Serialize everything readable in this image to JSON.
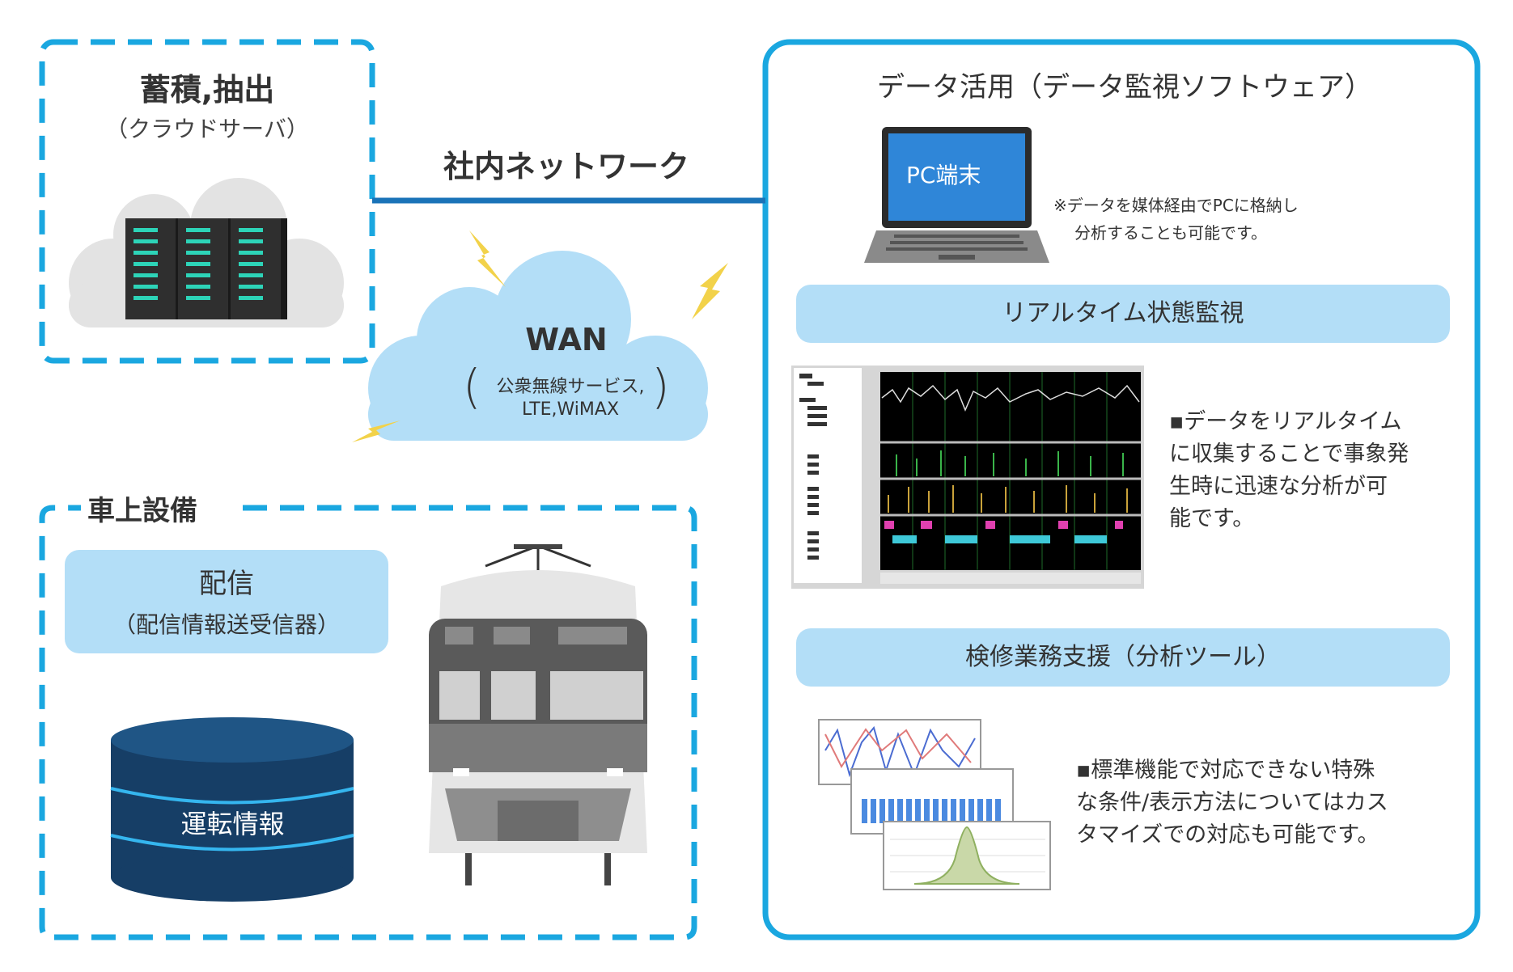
{
  "storage": {
    "title": "蓄積,抽出",
    "subtitle": "（クラウドサーバ）"
  },
  "network": {
    "label": "社内ネットワーク"
  },
  "wan": {
    "title": "WAN",
    "line1": "公衆無線サービス,",
    "line2": "LTE,WiMAX"
  },
  "onboard": {
    "title": "車上設備",
    "delivery_title": "配信",
    "delivery_subtitle": "（配信情報送受信器）",
    "db_label": "運転情報"
  },
  "utilization": {
    "title": "データ活用（データ監視ソフトウェア）",
    "pc_label": "PC端末",
    "pc_note_line1": "※データを媒体経由でPCに格納し",
    "pc_note_line2": "分析することも可能です。",
    "realtime_title": "リアルタイム状態監視",
    "realtime_desc": [
      "▪データをリアルタイム",
      "に収集することで事象発",
      "生時に迅速な分析が可",
      "能です。"
    ],
    "maintenance_title": "検修業務支援（分析ツール）",
    "maintenance_desc": [
      "▪標準機能で対応できない特殊",
      "な条件/表示方法についてはカス",
      "タマイズでの対応も可能です。"
    ]
  },
  "colors": {
    "accent": "#1aa7e0",
    "line": "#1a73b8",
    "pill": "#b3def7",
    "cloud_wan": "#b3def7",
    "db": "#163e66"
  }
}
